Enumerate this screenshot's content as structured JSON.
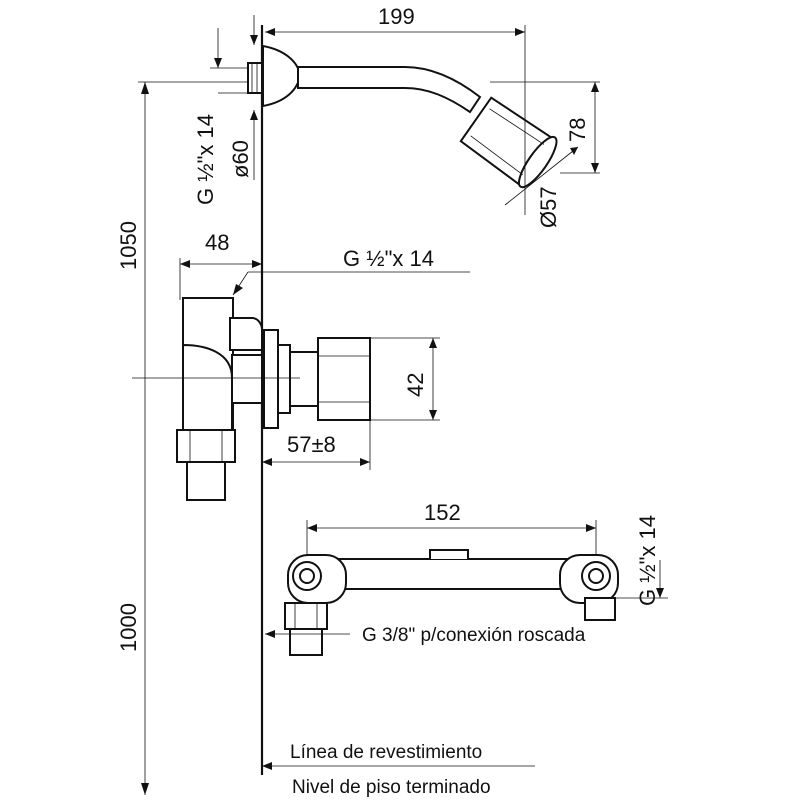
{
  "dimensions": {
    "arm_length": "199",
    "head_height": "78",
    "head_diameter": "Ø57",
    "flange_diameter": "ø60",
    "arm_thread": "G ½\"x 14",
    "total_height": "1050",
    "valve_depth": "48",
    "valve_thread": "G ½\"x 14",
    "handle_height": "42",
    "handle_projection": "57±8",
    "connector_width": "152",
    "connector_thread": "G ½\"x 14",
    "floor_height": "1000"
  },
  "labels": {
    "connection": "G 3/8\" p/conexión roscada",
    "finish_line": "Línea de revestimiento",
    "floor_level": "Nivel de piso terminado"
  }
}
